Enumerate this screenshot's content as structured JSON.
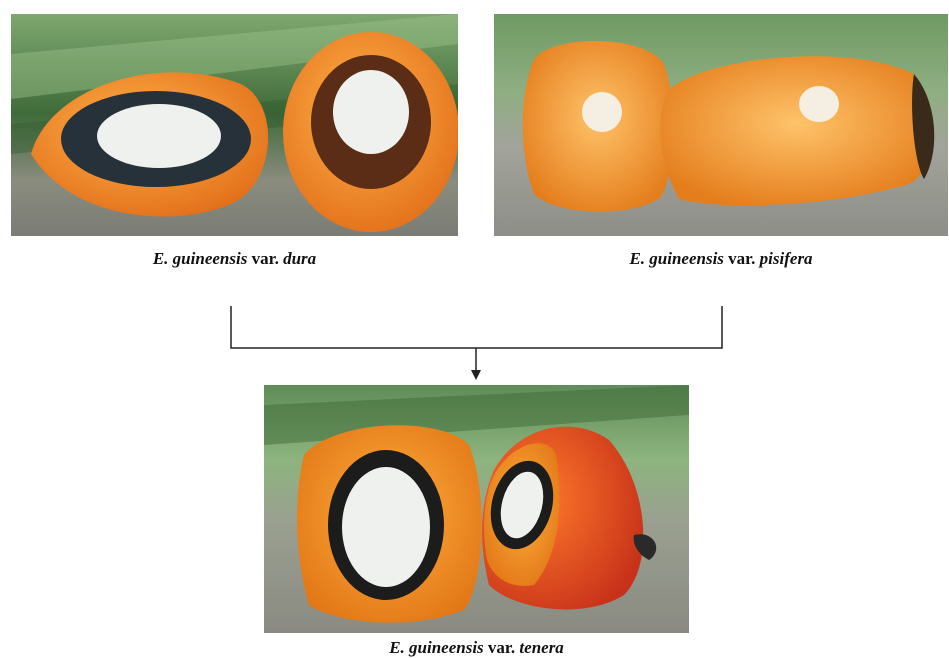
{
  "figure": {
    "dura": {
      "species": "E. guineensis",
      "var_word": "var.",
      "variety": "dura"
    },
    "pisifera": {
      "species": "E. guineensis",
      "var_word": "var.",
      "variety": "pisifera"
    },
    "tenera": {
      "species": "E. guineensis",
      "var_word": "var.",
      "variety": "tenera"
    }
  },
  "colors": {
    "connector": "#222222",
    "mesocarp_orange": "#f0902a",
    "kernel_white": "#eef1ee",
    "shell_dark": "#2a2a2a",
    "background_green": "#5d8a55"
  }
}
